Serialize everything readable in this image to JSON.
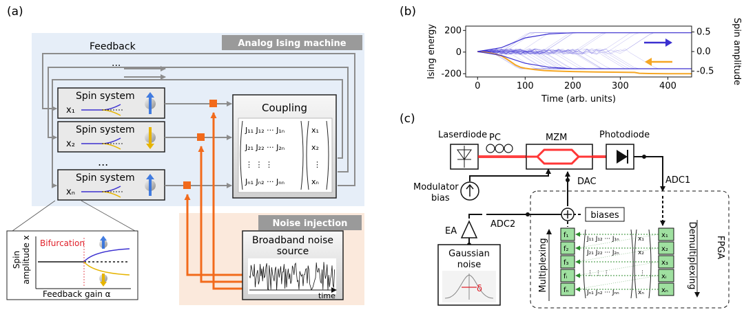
{
  "panels": {
    "a": "(a)",
    "b": "(b)",
    "c": "(c)"
  },
  "panel_a": {
    "title": "Analog Ising machine",
    "feedback": "Feedback",
    "dots": "...",
    "spin_label": "Spin system",
    "spins": [
      "x₁",
      "x₂",
      "xₙ"
    ],
    "coupling_title": "Coupling",
    "matrix_rows": [
      "J₁₁ J₁₂ ··· J₁ₙ",
      "J₂₁ J₂₂ ··· J₂ₙ",
      "⋮  ⋮      ⋮",
      "Jₙ₁ Jₙ₂ ··· Jₙₙ"
    ],
    "vector_rows": [
      "x₁",
      "x₂",
      "⋮",
      "xₙ"
    ],
    "noise_title": "Noise injection",
    "noise_src_1": "Broadband noise",
    "noise_src_2": "source",
    "time": "time",
    "inset": {
      "ylabel_1": "Spin",
      "ylabel_2": "amplitude x",
      "xlabel": "Feedback gain α",
      "bifurcation": "Bifurcation"
    }
  },
  "panel_b": {
    "ylabel_left": "Ising energy",
    "ylabel_right": "Spin amplitude",
    "xlabel": "Time (arb. units)"
  },
  "panel_c": {
    "laserdiode": "Laserdiode",
    "pc": "PC",
    "mzm": "MZM",
    "photodiode": "Photodiode",
    "modulator_1": "Modulator",
    "modulator_2": "bias",
    "dac": "DAC",
    "adc1": "ADC1",
    "adc2": "ADC2",
    "biases": "biases",
    "ea": "EA",
    "gaussian_1": "Gaussian",
    "gaussian_2": "noise",
    "delta": "δ",
    "multiplexing": "Multiplexing",
    "demultiplexing": "Demultiplexing",
    "fpga": "FPGA",
    "f_labels": [
      "f₁",
      "f₂",
      "f₃",
      "fᵢ",
      "fₙ"
    ],
    "x_labels": [
      "x₁",
      "x₂",
      "x₃",
      "xᵢ",
      "xₙ"
    ],
    "matrix_rows": [
      "J₁₁ J₁₂ ··· J₁ₙ",
      "J₂₁ J₂₂ ··· J₂ₙ",
      "⋮  ⋮      ⋮",
      "Jₙ₁ Jₙ₂ ··· Jₙₙ"
    ],
    "vector_rows": [
      "x₁",
      "x₂",
      "⋮",
      "xₙ"
    ]
  },
  "chart_data": {
    "type": "line",
    "title": "",
    "xlabel": "Time (arb. units)",
    "ylabel": "Ising energy",
    "ylabel_right": "Spin amplitude",
    "xlim": [
      -25,
      450
    ],
    "ylim": [
      -230,
      240
    ],
    "ylim_right": [
      -0.65,
      0.65
    ],
    "xticks": [
      0,
      100,
      200,
      300,
      400
    ],
    "yticks": [
      -200,
      0,
      200
    ],
    "yticks_right": [
      -0.5,
      0.0,
      0.5
    ],
    "series": [
      {
        "axis": "left",
        "color": "#f5a623",
        "x": [
          0,
          10,
          20,
          30,
          40,
          50,
          60,
          70,
          80,
          90,
          100,
          120,
          140,
          160,
          180,
          200,
          220,
          250,
          300,
          330,
          340,
          360,
          400,
          450
        ],
        "y": [
          5,
          0,
          -5,
          -12,
          -22,
          -35,
          -60,
          -90,
          -120,
          -140,
          -150,
          -162,
          -170,
          -175,
          -178,
          -180,
          -182,
          -184,
          -186,
          -188,
          -196,
          -198,
          -200,
          -200
        ]
      },
      {
        "axis": "right",
        "color": "#3a2fd0",
        "x": [
          0,
          50,
          100,
          150,
          200,
          250,
          300,
          350,
          400,
          450
        ],
        "y": [
          0.0,
          0.1,
          0.35,
          0.45,
          0.48,
          0.48,
          0.48,
          0.48,
          0.48,
          0.48
        ]
      },
      {
        "axis": "right",
        "color": "#3a2fd0",
        "x": [
          0,
          50,
          100,
          150,
          200,
          250,
          300,
          350,
          400,
          450
        ],
        "y": [
          0.0,
          -0.1,
          -0.3,
          -0.4,
          -0.44,
          -0.44,
          -0.44,
          -0.44,
          -0.44,
          -0.44
        ]
      }
    ]
  }
}
